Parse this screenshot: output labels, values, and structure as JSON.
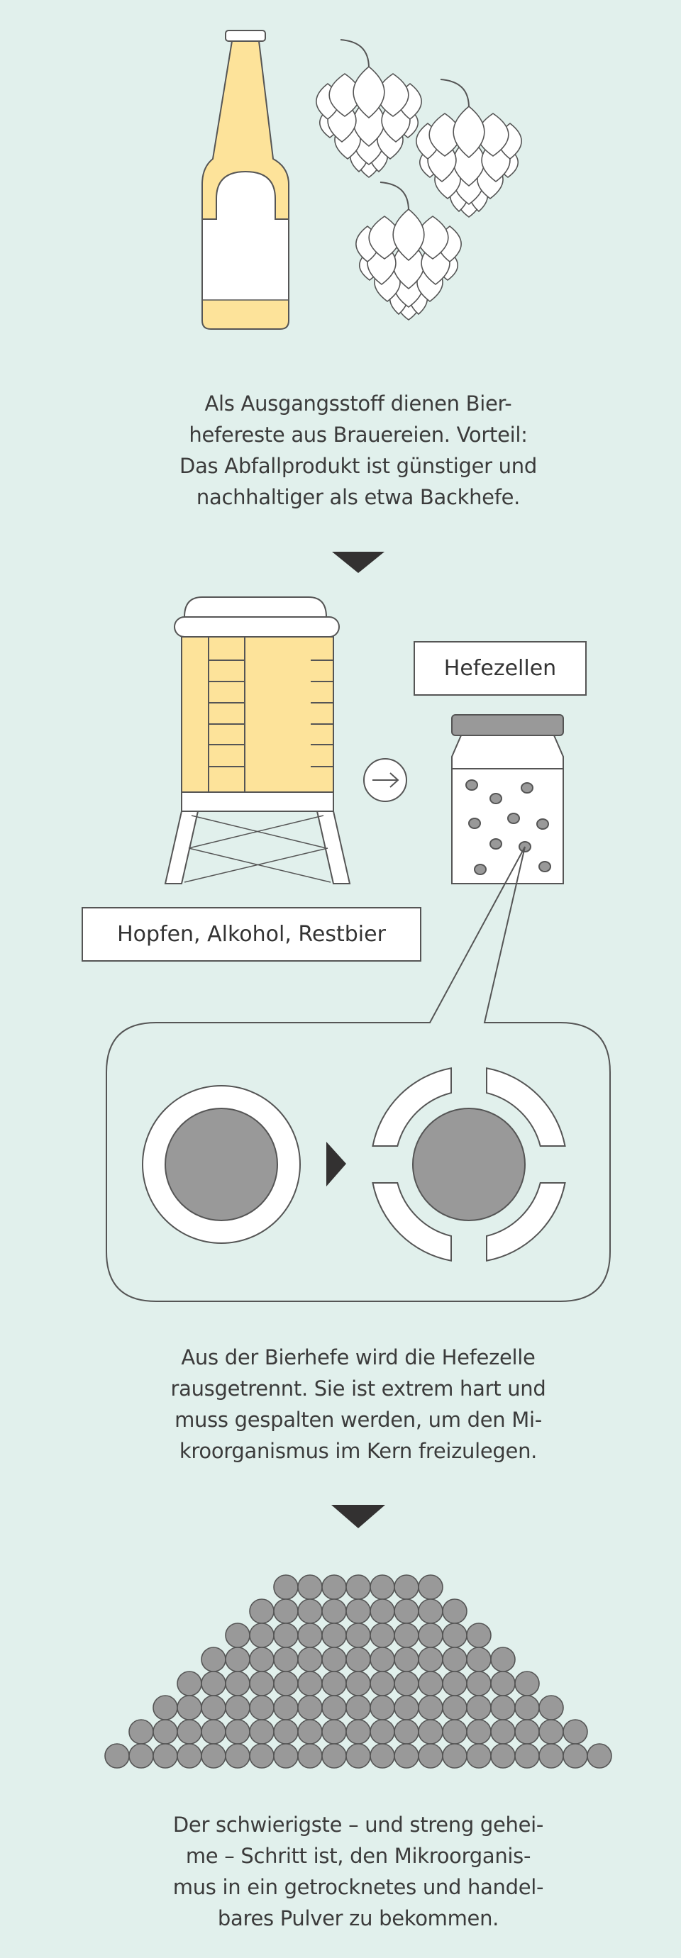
{
  "colors": {
    "background": "#e1f0ec",
    "beer": "#fde39a",
    "cell_gray": "#999999",
    "stroke": "#555555",
    "arrow": "#333131"
  },
  "steps": [
    {
      "lines": [
        "Als Ausgangsstoff dienen Bier-",
        "hefereste aus Brauereien. Vorteil:",
        "Das Abfallprodukt ist günstiger und",
        "nachhaltiger als etwa Backhefe."
      ]
    },
    {
      "lines": [
        "Aus der Bierhefe wird die Hefezelle",
        "rausgetrennt. Sie ist extrem hart und",
        "muss gespalten werden, um den Mi-",
        "kroorganismus im Kern freizulegen."
      ]
    },
    {
      "lines": [
        "Der schwierigste – und streng gehei-",
        "me – Schritt ist, den Mikroorganis-",
        "mus in ein getrocknetes und handel-",
        "bares Pulver zu bekommen."
      ]
    }
  ],
  "labels": {
    "yeast_cells": "Hefezellen",
    "byproducts": "Hopfen, Alkohol, Restbier"
  },
  "powder_rows": [
    7,
    9,
    11,
    13,
    15,
    17,
    19,
    21
  ],
  "icons": [
    "beer-bottle-icon",
    "hop-cone-icon",
    "brewing-tank-icon",
    "arrow-right-circle-icon",
    "jar-icon",
    "yeast-cell-icon",
    "split-cell-icon",
    "down-triangle-icon",
    "powder-pile-icon"
  ]
}
